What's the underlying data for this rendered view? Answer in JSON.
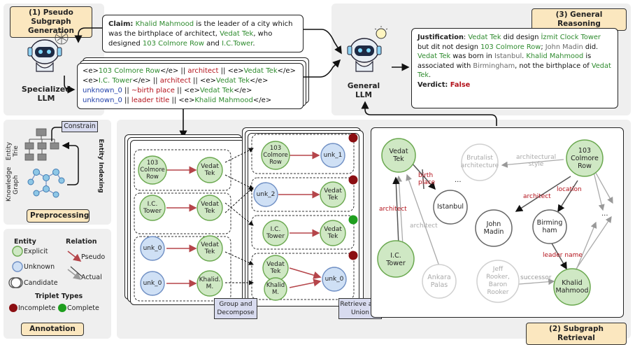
{
  "sections": {
    "pseudo_subgraph": "(1) Pseudo Subgraph\nGeneration",
    "general_reasoning": "(3) General Reasoning",
    "subgraph_retrieval": "(2) Subgraph Retrieval",
    "preprocessing": "Preprocessing",
    "annotation": "Annotation"
  },
  "llms": {
    "specialized": "Specialized\nLLM",
    "general": "General\nLLM"
  },
  "claim": {
    "label": "Claim:",
    "parts": [
      {
        "t": "Khalid Mahmood",
        "c": "g"
      },
      {
        "t": " is the leader of a city which was the birthplace of architect, ",
        "c": "k"
      },
      {
        "t": "Vedat Tek",
        "c": "g"
      },
      {
        "t": ", who designed ",
        "c": "k"
      },
      {
        "t": "103 Colmore Row",
        "c": "g"
      },
      {
        "t": " and ",
        "c": "k"
      },
      {
        "t": "I.C.Tower",
        "c": "g"
      },
      {
        "t": ".",
        "c": "k"
      }
    ]
  },
  "triples": [
    [
      {
        "t": "<e>",
        "c": "k"
      },
      {
        "t": "103 Colmore Row",
        "c": "g"
      },
      {
        "t": "</e> || ",
        "c": "k"
      },
      {
        "t": "architect",
        "c": "r"
      },
      {
        "t": " || <e>",
        "c": "k"
      },
      {
        "t": "Vedat Tek",
        "c": "g"
      },
      {
        "t": "</e>",
        "c": "k"
      }
    ],
    [
      {
        "t": "<e>",
        "c": "k"
      },
      {
        "t": "I.C. Tower",
        "c": "g"
      },
      {
        "t": "</e> || ",
        "c": "k"
      },
      {
        "t": "architect",
        "c": "r"
      },
      {
        "t": " || <e>",
        "c": "k"
      },
      {
        "t": "Vedat Tek",
        "c": "g"
      },
      {
        "t": "</e>",
        "c": "k"
      }
    ],
    [
      {
        "t": "unknown_0",
        "c": "b"
      },
      {
        "t": " || ",
        "c": "k"
      },
      {
        "t": "~birth place",
        "c": "r"
      },
      {
        "t": " || <e>",
        "c": "k"
      },
      {
        "t": "Vedat Tek",
        "c": "g"
      },
      {
        "t": "</e>",
        "c": "k"
      }
    ],
    [
      {
        "t": "unknown_0",
        "c": "b"
      },
      {
        "t": " || ",
        "c": "k"
      },
      {
        "t": "leader title",
        "c": "r"
      },
      {
        "t": " || <e>",
        "c": "k"
      },
      {
        "t": "Khalid Mahmood",
        "c": "g"
      },
      {
        "t": "</e>",
        "c": "k"
      }
    ]
  ],
  "justification": {
    "label": "Justification",
    "parts": [
      {
        "t": ": ",
        "c": "k"
      },
      {
        "t": "Vedat Tek",
        "c": "g"
      },
      {
        "t": " did design ",
        "c": "k"
      },
      {
        "t": "İzmit Clock Tower",
        "c": "g"
      },
      {
        "t": " but dit not design ",
        "c": "k"
      },
      {
        "t": "103 Colmore Row",
        "c": "g"
      },
      {
        "t": "; ",
        "c": "k"
      },
      {
        "t": "John Madin",
        "c": "gray"
      },
      {
        "t": " did. ",
        "c": "k"
      },
      {
        "t": "Vedat Tek",
        "c": "g"
      },
      {
        "t": " was born in ",
        "c": "k"
      },
      {
        "t": "Istanbul",
        "c": "gray"
      },
      {
        "t": ". ",
        "c": "k"
      },
      {
        "t": "Khalid Mahmood",
        "c": "g"
      },
      {
        "t": " is associated with ",
        "c": "k"
      },
      {
        "t": "Birmingham",
        "c": "gray"
      },
      {
        "t": ", not the birthplace of ",
        "c": "k"
      },
      {
        "t": "Vedat Tek",
        "c": "g"
      },
      {
        "t": ".",
        "c": "k"
      }
    ],
    "verdict_label": "Verdict",
    "verdict_value": "False"
  },
  "preprocessing": {
    "constrain": "Constrain",
    "entity_trie": "Entity\nTrie",
    "knowledge_graph": "Knowledge\nGraph",
    "entity_indexing": "Entity Indexing"
  },
  "legend": {
    "entity": "Entity",
    "relation": "Relation",
    "explicit": "Explicit",
    "unknown": "Unknown",
    "candidate": "Candidate",
    "pseudo": "Pseudo",
    "actual": "Actual",
    "triplet_types": "Triplet Types",
    "incomplete": "Incomplete",
    "complete": "Complete"
  },
  "pseudo_graphs": {
    "nodes": [
      "103\nColmore\nRow",
      "Vedat\nTek",
      "I.C.\nTower",
      "Vedat\nTek",
      "unk_0",
      "Vedat\nTek",
      "unk_0",
      "Khalid.\nM."
    ]
  },
  "retrieved_graphs": {
    "nodes": [
      "103\nColmore\nRow",
      "unk_1",
      "unk_2",
      "Vedat\nTek",
      "I.C.\nTower",
      "Vedat\nTek",
      "Vedat\nTek",
      "Khalid\nM.",
      "unk_0"
    ]
  },
  "plates": {
    "group": "Group and\nDecompose",
    "retrieve": "Retrieve and\nUnion"
  },
  "kg": {
    "nodes": {
      "vedat": "Vedat\nTek",
      "istanbul": "Istanbul",
      "ictower": "I.C.\nTower",
      "ankara": "Ankara\nPalas",
      "brutalist": "Brutalist\narchitecture",
      "colmore": "103\nColmore\nRow",
      "john": "John\nMadin",
      "birm": "Birming\nham",
      "jeff": "Jeff\nRooker,\nBaron\nRooker",
      "khalid": "Khalid\nMahmood"
    },
    "edges": {
      "birth_place": "birth\nplace",
      "architect1": "architect",
      "architect2": "architect",
      "architect3": "architect",
      "architectural_style": "architectural\nstyle",
      "location": "location",
      "leader_name": "leader name",
      "successor": "successor",
      "ellipsis": "..."
    }
  },
  "colors": {
    "explicit_fill": "#cfe8c4",
    "explicit_stroke": "#6aa84f",
    "unknown_fill": "#cfe0f5",
    "unknown_stroke": "#6f8fc4",
    "relation": "#b5454a",
    "incomplete": "#8b0e12",
    "complete": "#1e9e1e",
    "section_tag": "#fbe7bf",
    "plate": "#d8dbef"
  }
}
